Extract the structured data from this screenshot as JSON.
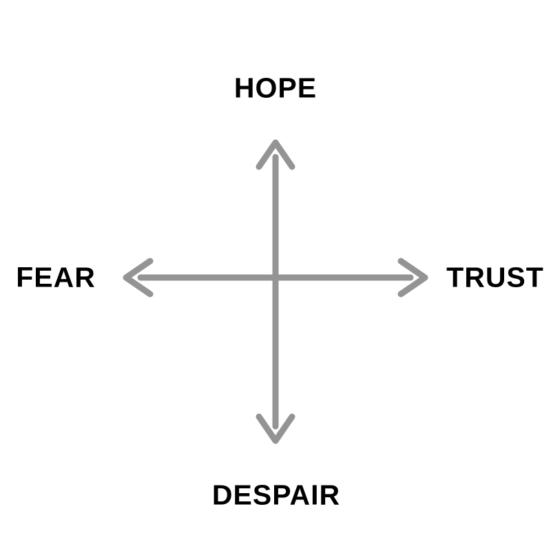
{
  "diagram": {
    "title": "",
    "type": "two-axis-cross",
    "background_color": "#ffffff",
    "arrow_color": "#949494",
    "text_color": "#000000",
    "axes": {
      "vertical": {
        "top_label": "HOPE",
        "bottom_label": "DESPAIR"
      },
      "horizontal": {
        "left_label": "FEAR",
        "right_label": "TRUST"
      }
    }
  }
}
